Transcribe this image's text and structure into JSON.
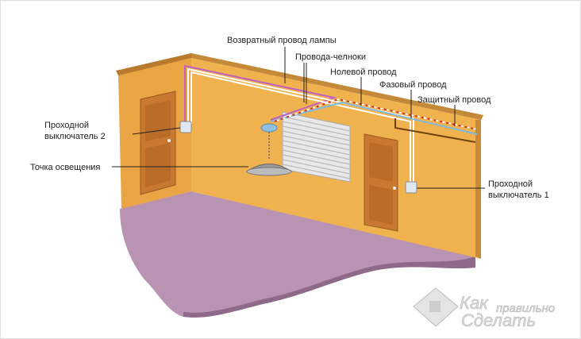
{
  "labels": {
    "return_wire": "Возвратный провод лампы",
    "shuttle_wires": "Провода-челноки",
    "neutral_wire": "Нолевой провод",
    "phase_wire": "Фазовый провод",
    "ground_wire": "Защитный провод",
    "switch2_line1": "Проходной",
    "switch2_line2": "выключатель 2",
    "light_point": "Точка освещения",
    "switch1_line1": "Проходной",
    "switch1_line2": "выключатель 1"
  },
  "logo": {
    "word1": "Как",
    "word2": "правильно",
    "word3": "Сделать"
  },
  "colors": {
    "wall": "#f0b24f",
    "floor": "#b993b2",
    "return_wire": "#c060c0",
    "phase_wire": "#d83020",
    "neutral_wire": "#80b8e0",
    "door": "#c87830"
  }
}
